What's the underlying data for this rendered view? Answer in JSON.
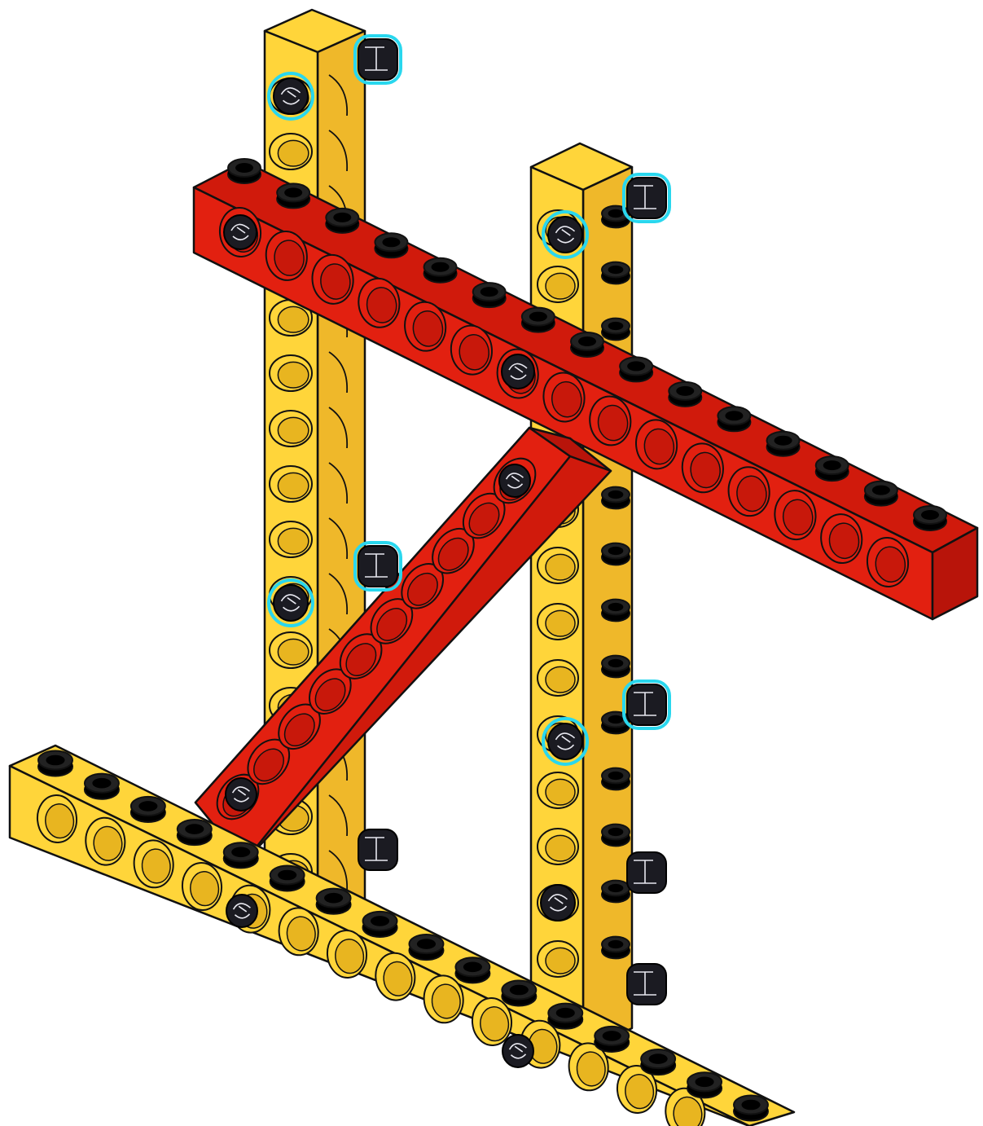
{
  "diagram": {
    "kind": "lego-technic-assembly-instruction-step",
    "parts": [
      {
        "id": "beam-upright-left",
        "color_name": "yellow",
        "shape": "technic-brick-1x16",
        "orientation": "vertical"
      },
      {
        "id": "beam-upright-right",
        "color_name": "yellow",
        "shape": "technic-brick-1x16",
        "orientation": "vertical"
      },
      {
        "id": "beam-base",
        "color_name": "yellow",
        "shape": "technic-brick-1x16",
        "orientation": "horizontal"
      },
      {
        "id": "beam-top-crossbar",
        "color_name": "red",
        "shape": "technic-brick-1x16",
        "orientation": "horizontal"
      },
      {
        "id": "beam-diagonal-brace",
        "color_name": "red",
        "shape": "technic-brick-1x10",
        "orientation": "diagonal"
      }
    ],
    "connector": {
      "name": "technic-pin",
      "color_name": "black"
    },
    "new_pins_highlight": "cyan"
  },
  "colors": {
    "yellow_face": "#FFD53A",
    "yellow_side": "#EFB82A",
    "yellow_hole": "#E8B520",
    "red_face": "#E22010",
    "red_side": "#B8140A",
    "red_top": "#D01A0C",
    "outline": "#111111",
    "pin": "#1B1B22",
    "highlight": "#29D7EE"
  }
}
